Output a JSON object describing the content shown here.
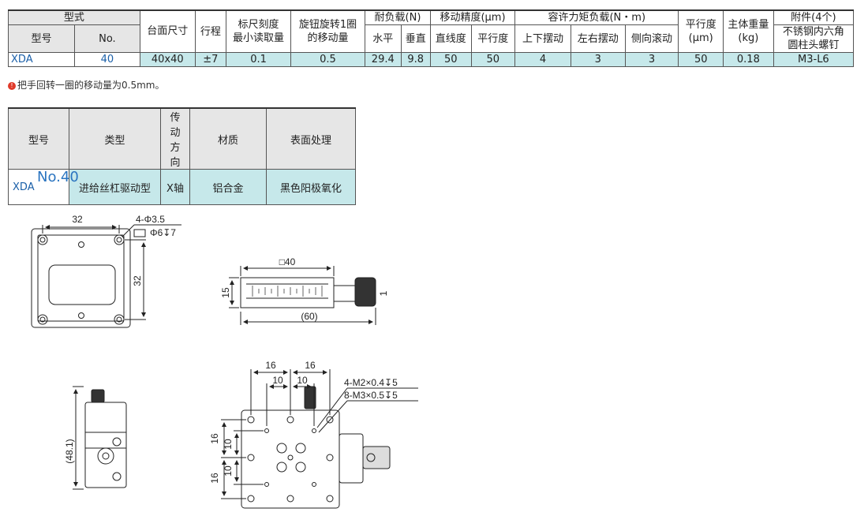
{
  "spec_table": {
    "headers": {
      "form": "型式",
      "model": "型号",
      "no": "No.",
      "table_size": "台面尺寸",
      "stroke": "行程",
      "scale_min_line1": "标尺刻度",
      "scale_min_line2": "最小读取量",
      "knob_move_line1": "旋钮旋转1圈",
      "knob_move_line2": "的移动量",
      "load": "耐负载(N)",
      "load_h": "水平",
      "load_v": "垂直",
      "accuracy": "移动精度(μm)",
      "straightness": "直线度",
      "parallelism": "平行度",
      "moment": "容许力矩负载(N・m)",
      "pitch": "上下摆动",
      "yaw": "左右摆动",
      "roll": "侧向滚动",
      "flatness_line1": "平行度",
      "flatness_line2": "(μm)",
      "weight_line1": "主体重量",
      "weight_line2": "(kg)",
      "accessory": "附件(4个)",
      "accessory_sub_line1": "不锈钢内六角",
      "accessory_sub_line2": "圆柱头螺钉"
    },
    "row": {
      "model": "XDA",
      "no": "40",
      "table_size": "40x40",
      "stroke": "±7",
      "scale_min": "0.1",
      "knob_move": "0.5",
      "load_h": "29.4",
      "load_v": "9.8",
      "straightness": "50",
      "parallelism": "50",
      "pitch": "4",
      "yaw": "3",
      "roll": "3",
      "flatness": "50",
      "weight": "0.18",
      "accessory": "M3-L6"
    }
  },
  "note": {
    "icon": "warning-icon",
    "text": "把手回转一圈的移动量为0.5mm。"
  },
  "spec2": {
    "headers": [
      "型号",
      "类型",
      "传动方向",
      "材质",
      "表面处理"
    ],
    "row": [
      "XDA",
      "进给丝杠驱动型",
      "X轴",
      "铝合金",
      "黑色阳极氧化"
    ]
  },
  "drawing": {
    "title": "No.40",
    "top_view": {
      "dim_width": "32",
      "dim_height": "32",
      "hole_callout": "4-Φ3.5",
      "cbore_callout": "Φ6↧7"
    },
    "side_view": {
      "dim_top": "□40",
      "dim_height": "15",
      "dim_length": "(60)",
      "dim_small": "1"
    },
    "end_view": {
      "dim_height": "(48.1)"
    },
    "plan_view": {
      "dim_16a": "16",
      "dim_16b": "16",
      "dim_10a": "10",
      "dim_10b": "10",
      "callout_1": "4-M2×0.4↧5",
      "callout_2": "8-M3×0.5↧5",
      "dim_v16a": "16",
      "dim_v10a": "10",
      "dim_v10b": "10",
      "dim_v16b": "16"
    }
  },
  "colors": {
    "accent_blue": "#2a74c0",
    "row_fill": "#c6e8ea",
    "header_fill": "#e6e6e6",
    "warn": "#e03a2a"
  }
}
